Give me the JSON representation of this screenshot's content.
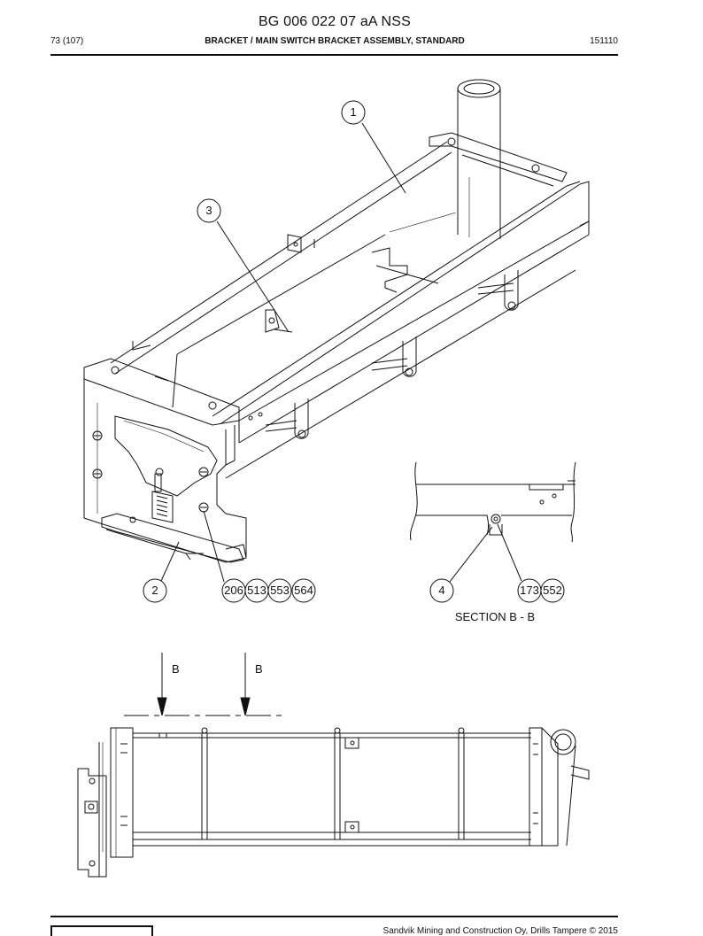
{
  "document": {
    "title": "BG 006 022 07 aA NSS",
    "page": "73 (107)",
    "heading": "BRACKET / MAIN SWITCH BRACKET ASSEMBLY, STANDARD",
    "code": "151110",
    "footer": "Sandvik Mining and Construction Oy, Drills Tampere © 2015"
  },
  "callouts": {
    "c1": "1",
    "c3": "3",
    "c2": "2",
    "c206": "206",
    "c513": "513",
    "c553": "553",
    "c564": "564",
    "c4": "4",
    "c173": "173",
    "c552": "552"
  },
  "section": {
    "caption": "SECTION B - B",
    "marker_left": "B",
    "marker_right": "B"
  }
}
